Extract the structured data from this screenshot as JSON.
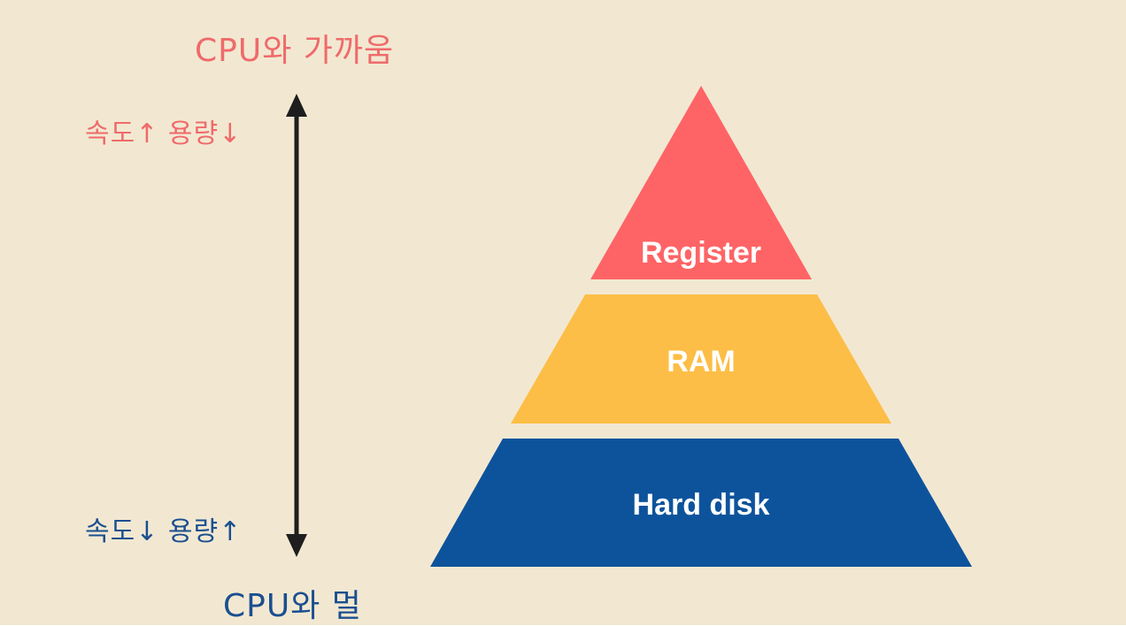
{
  "diagram": {
    "top_label": "CPU와 가까움",
    "bottom_label": "CPU와 멀",
    "top_note": "속도↑ 용량↓",
    "bottom_note": "속도↓ 용량↑",
    "layers": [
      {
        "label": "Register",
        "color": "#fe6466"
      },
      {
        "label": "RAM",
        "color": "#fdbe47"
      },
      {
        "label": "Hard disk",
        "color": "#0d539c"
      }
    ],
    "arrow_color": "#1e1e1e",
    "background": "#f2e8d2"
  }
}
